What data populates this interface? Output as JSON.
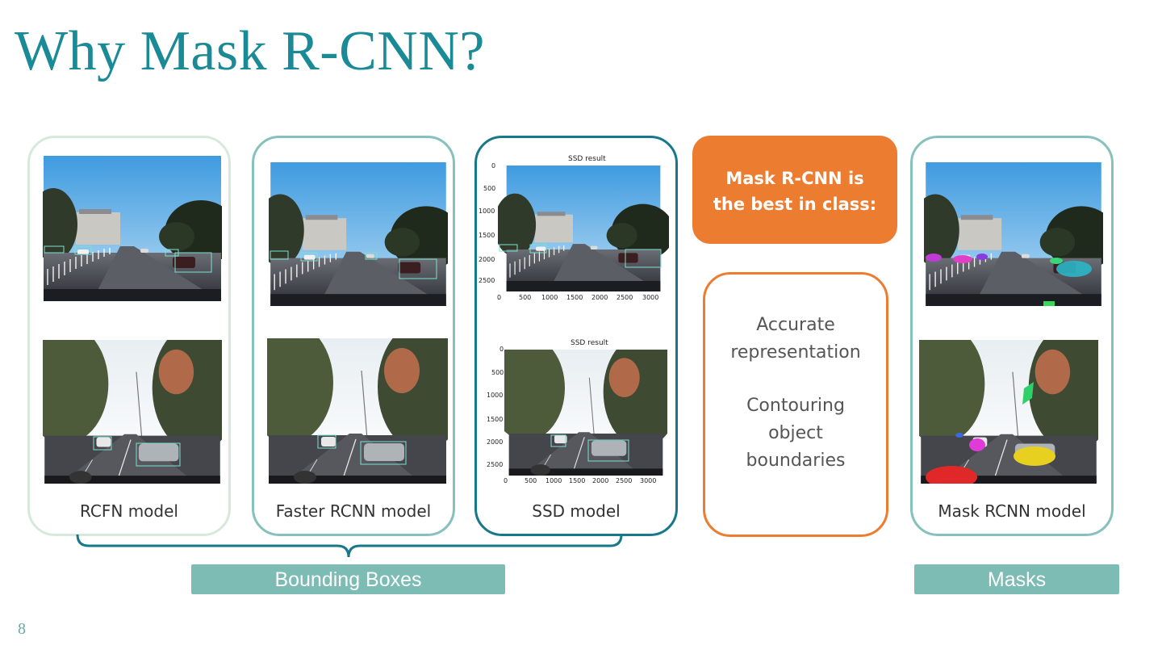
{
  "slide": {
    "title": "Why Mask R-CNN?",
    "page_number": "8"
  },
  "cards": [
    {
      "label": "RCFN model"
    },
    {
      "label": "Faster RCNN model"
    },
    {
      "label": "SSD model",
      "plot_title_top": "SSD result",
      "plot_title_bottom": "SSD result",
      "yticks_top": [
        "0",
        "500",
        "1000",
        "1500",
        "2000",
        "2500"
      ],
      "xticks_top": [
        "0",
        "500",
        "1000",
        "1500",
        "2000",
        "2500",
        "3000"
      ],
      "yticks_bottom": [
        "0",
        "500",
        "1000",
        "1500",
        "2000",
        "2500"
      ],
      "xticks_bottom": [
        "0",
        "500",
        "1000",
        "1500",
        "2000",
        "2500",
        "3000"
      ]
    },
    {
      "label": "Mask RCNN model"
    }
  ],
  "callout": {
    "headline_line1": "Mask R-CNN is",
    "headline_line2": "the best in class:",
    "point1_line1": "Accurate",
    "point1_line2": "representation",
    "point2_line1": "Contouring",
    "point2_line2": "object",
    "point2_line3": "boundaries"
  },
  "tags": {
    "bounding_boxes": "Bounding Boxes",
    "masks": "Masks"
  },
  "colors": {
    "title": "#1a8a96",
    "accent_orange": "#ec7c30",
    "tag_teal": "#7cbcb5",
    "ssd_border": "#17788a"
  }
}
